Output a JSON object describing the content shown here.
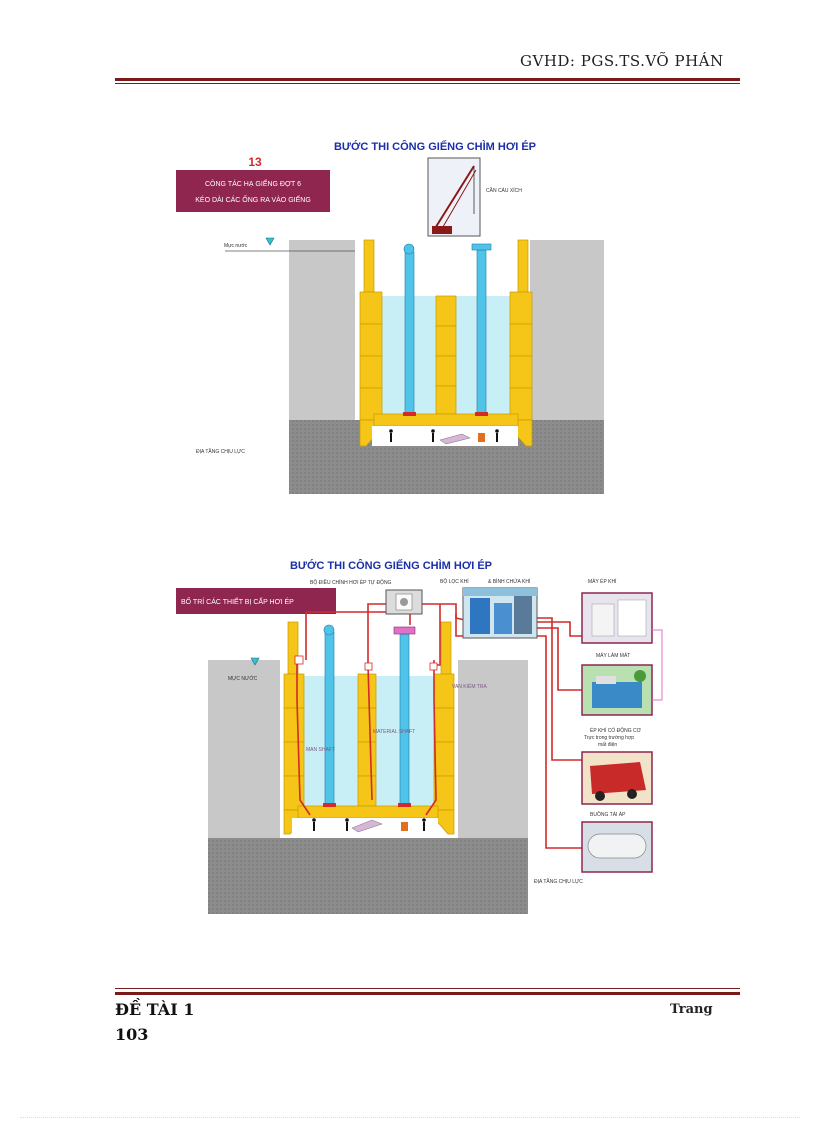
{
  "header": {
    "advisor": "GVHD: PGS.TS.VÕ PHÁN"
  },
  "figure1": {
    "title": "BƯỚC THI CÔNG GIẾNG CHÌM HƠI ÉP",
    "step_number": "13",
    "box_line1": "CÔNG TÁC HẠ GIẾNG ĐỢT 6",
    "box_line2": "KÉO DÀI CÁC ỐNG RA VÀO GIẾNG",
    "crane_label": "CẦN CẨU XÍCH",
    "water_label": "Mực nước",
    "ground_label": "ĐỊA TẦNG CHỊU LỰC"
  },
  "figure2": {
    "title": "BƯỚC THI CÔNG GIẾNG CHÌM HƠI ÉP",
    "box_label": "BỐ TRÍ CÁC THIẾT BỊ CẤP HƠI ÉP",
    "regulator_label": "BỘ ĐIỀU CHỈNH HƠI ÉP TỰ ĐỘNG",
    "filter_label": "BỘ LỌC KHÍ",
    "tank_label": "& BÌNH CHỨA KHÍ",
    "compressor_label": "MÁY ÉP KHÍ",
    "cooler_label": "MÁY LÀM MÁT",
    "backup_label_1": "ÉP KHÍ CÓ ĐỘNG CƠ",
    "backup_label_2": "Trực trong trường hợp",
    "backup_label_3": "mất điện",
    "receiver_label": "BUỒNG TÀI ÁP",
    "water_label": "MỰC NƯỚC",
    "valve_label": "VAN KIỂM TRA",
    "man_shaft": "MAN SHAFT",
    "material_shaft": "MATERIAL SHAFT",
    "ground_label": "ĐỊA TẦNG CHỊU LỰC"
  },
  "footer": {
    "topic": "ĐỀ TÀI 1",
    "page_label": "Trang",
    "page_number": "103"
  },
  "colors": {
    "rule": "#7a1a1a",
    "title_blue": "#1a2fa8",
    "box_maroon": "#8e2650",
    "wall_yellow": "#f5c518",
    "water": "#c8eef6",
    "soil": "#c8c8c8",
    "pipe_red": "#d42a2a"
  }
}
